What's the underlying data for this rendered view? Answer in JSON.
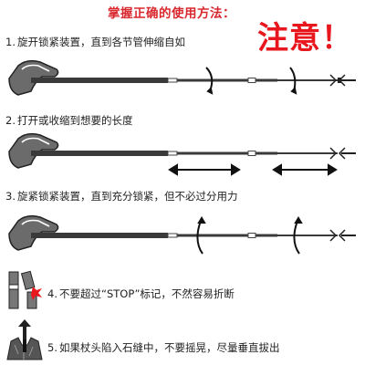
{
  "header": {
    "title": "掌握正确的使用方法：",
    "warning": "注意！"
  },
  "steps": [
    {
      "number": "1.",
      "text": "旋开锁紧装置，直到各节管伸缩自如"
    },
    {
      "number": "2.",
      "text": "打开或收缩到想要的长度"
    },
    {
      "number": "3.",
      "text": "旋紧锁紧装置，直到充分锁紧，但不必过分用力"
    },
    {
      "number": "4.",
      "text": "不要超过“STOP”标记，不然容易折断"
    },
    {
      "number": "5.",
      "text": "如果杖头陷入石缝中，不要摇晃，尽量垂直拔出"
    }
  ],
  "colors": {
    "title": "#d9272e",
    "warning": "#e8161d",
    "pole": "#3a3a3a",
    "grip": "#6b6b6b"
  },
  "icons": [
    "trekking-pole",
    "rotate-arrow",
    "double-arrow",
    "stop-mark-icon",
    "rock-crevice-icon"
  ]
}
